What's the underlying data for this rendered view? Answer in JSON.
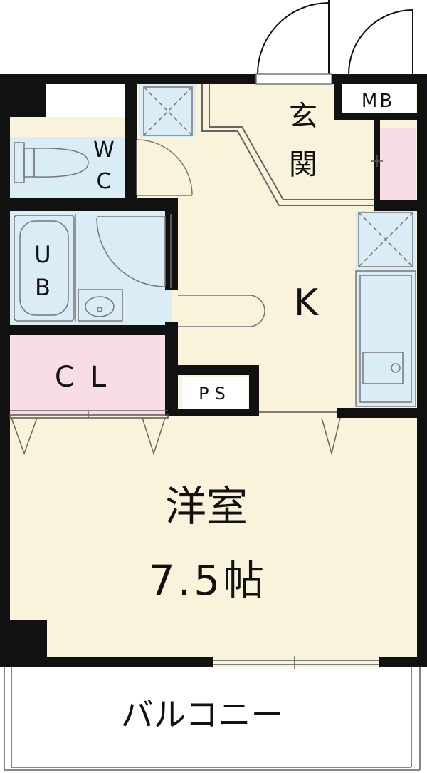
{
  "rooms": {
    "entrance": "玄関",
    "mb": "MB",
    "wc": "WC",
    "ub": "UB",
    "kitchen": "K",
    "closet": "CL",
    "ps": "PS",
    "western_room": "洋室",
    "western_room_size": "7.5帖",
    "balcony": "バルコニー"
  },
  "colors": {
    "floor": "#faf3dc",
    "wet_area": "#daedf7",
    "closet": "#f8dde6",
    "wall": "#111111"
  }
}
